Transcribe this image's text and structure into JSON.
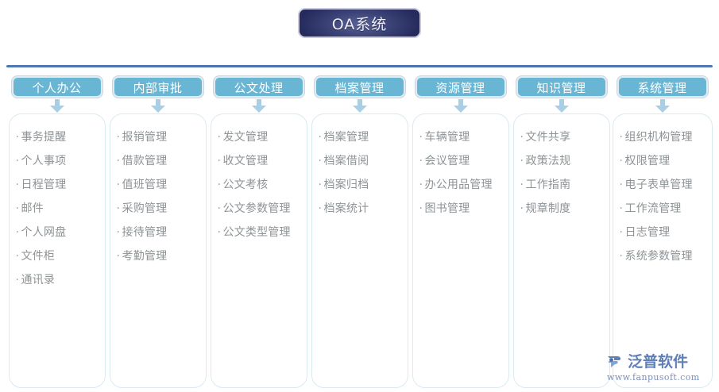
{
  "title": {
    "label": "OA系统"
  },
  "colors": {
    "title_bg_dark": "#1d2250",
    "title_bg_light": "#5a6399",
    "title_border": "#c9cade",
    "trunk_line": "#4a72b0",
    "header_bg": "#69b6d4",
    "header_text": "#ffffff",
    "arrow": "#a9cfe6",
    "box_border": "#d9eaf0",
    "item_text": "#8e9396",
    "watermark": "#5f7fb5"
  },
  "columns": [
    {
      "header": "个人办公",
      "arrow_icon": "arrow-down-icon",
      "items": [
        "事务提醒",
        "个人事项",
        "日程管理",
        "邮件",
        "个人网盘",
        "文件柜",
        "通讯录"
      ]
    },
    {
      "header": "内部审批",
      "arrow_icon": "arrow-down-icon",
      "items": [
        "报销管理",
        "借款管理",
        "值班管理",
        "采购管理",
        "接待管理",
        "考勤管理"
      ]
    },
    {
      "header": "公文处理",
      "arrow_icon": "arrow-down-icon",
      "items": [
        "发文管理",
        "收文管理",
        "公文考核",
        "公文参数管理",
        "公文类型管理"
      ]
    },
    {
      "header": "档案管理",
      "arrow_icon": "arrow-down-icon",
      "items": [
        "档案管理",
        "档案借阅",
        "档案归档",
        "档案统计"
      ]
    },
    {
      "header": "资源管理",
      "arrow_icon": "arrow-down-icon",
      "items": [
        "车辆管理",
        "会议管理",
        "办公用品管理",
        "图书管理"
      ]
    },
    {
      "header": "知识管理",
      "arrow_icon": "arrow-down-icon",
      "items": [
        "文件共享",
        "政策法规",
        "工作指南",
        "规章制度"
      ]
    },
    {
      "header": "系统管理",
      "arrow_icon": "arrow-down-icon",
      "items": [
        "组织机构管理",
        "权限管理",
        "电子表单管理",
        "工作流管理",
        "日志管理",
        "系统参数管理"
      ]
    }
  ],
  "watermark": {
    "logo_icon": "fanpu-logo-icon",
    "name": "泛普软件",
    "url": "www.fanpusoft.com"
  },
  "bullet": "·"
}
